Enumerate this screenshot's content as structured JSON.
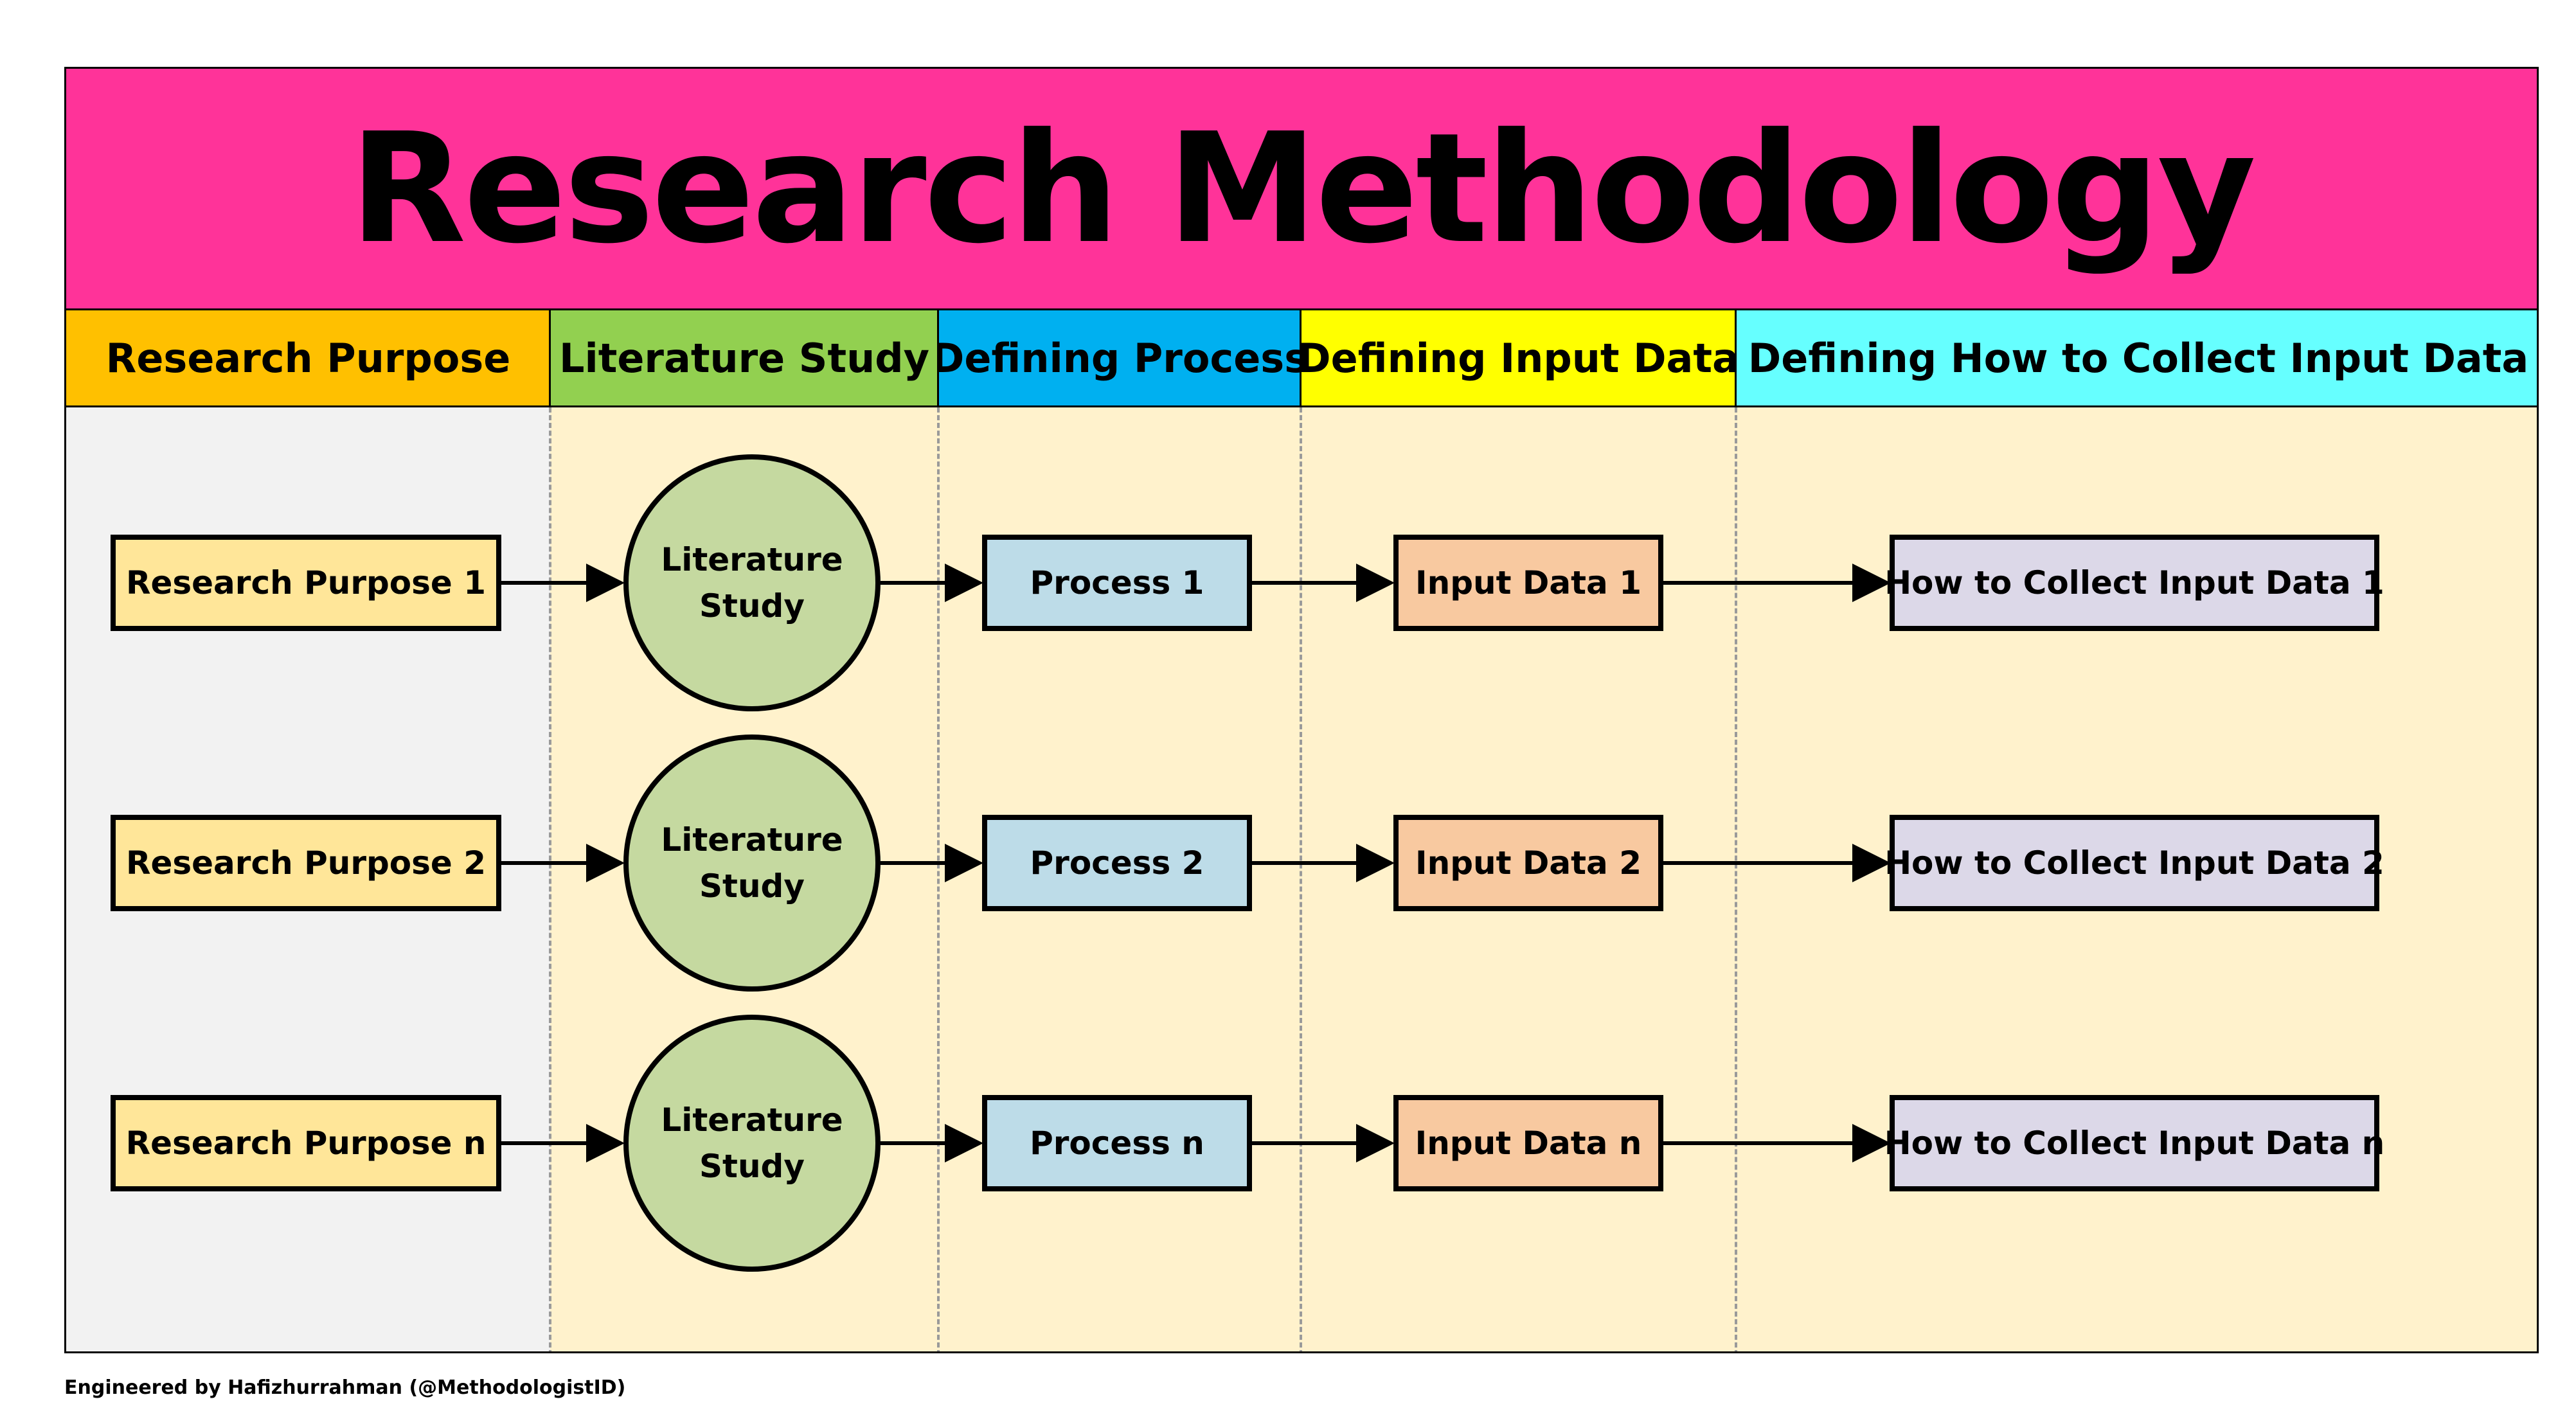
{
  "title": "Research Methodology",
  "colors": {
    "title_band": "#FF3399",
    "purpose_header": "#FFC000",
    "literature_header": "#92D050",
    "process_header": "#00B0F0",
    "input_header": "#FFFF00",
    "collect_header": "#66FFFF",
    "purpose_lane": "#F2F2F2",
    "other_lanes": "#FFF2CC",
    "purpose_box": "#FFE699",
    "literature_circle": "#C5D9A0",
    "process_box": "#BDDCE8",
    "input_box": "#F8C9A0",
    "collect_box": "#DCD8E8"
  },
  "lanes": [
    {
      "key": "purpose",
      "label": "Research Purpose"
    },
    {
      "key": "literature",
      "label": "Literature Study"
    },
    {
      "key": "process",
      "label": "Defining Process"
    },
    {
      "key": "input",
      "label": "Defining Input Data"
    },
    {
      "key": "collect",
      "label": "Defining How to Collect Input Data"
    }
  ],
  "rows": [
    {
      "purpose": "Research Purpose 1",
      "literature": "Literature\nStudy",
      "process": "Process 1",
      "input": "Input Data 1",
      "collect": "How to Collect Input Data 1"
    },
    {
      "purpose": "Research Purpose 2",
      "literature": "Literature\nStudy",
      "process": "Process 2",
      "input": "Input Data 2",
      "collect": "How to Collect Input Data 2"
    },
    {
      "purpose": "Research Purpose n",
      "literature": "Literature\nStudy",
      "process": "Process n",
      "input": "Input Data n",
      "collect": "How to Collect Input Data n"
    }
  ],
  "footer": "Engineered by Hafizhurrahman (@MethodologistID)"
}
